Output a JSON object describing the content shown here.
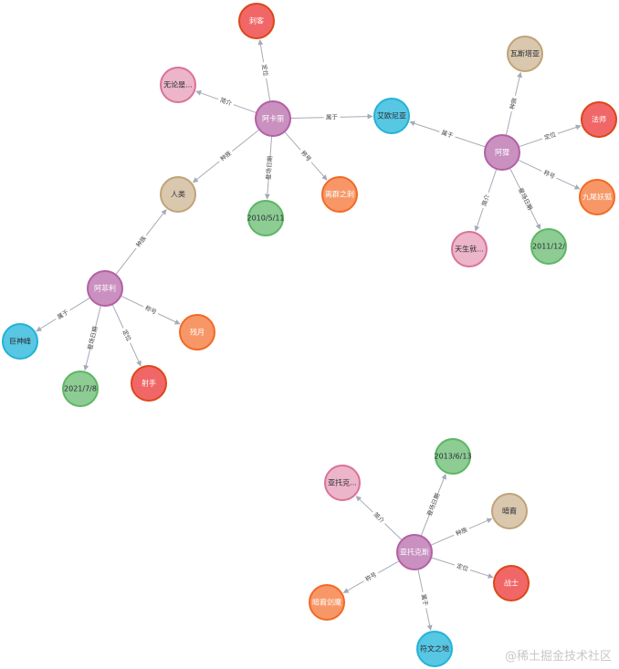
{
  "colors": {
    "role": {
      "fill": "#c990c0",
      "stroke": "#b261a5",
      "text": "#ffffff"
    },
    "nickname": {
      "fill": "#f16667",
      "stroke": "#dc4717",
      "text": "#ffffff"
    },
    "intro": {
      "fill": "#ecb5c9",
      "stroke": "#da7298",
      "text": "#2a2c34"
    },
    "species": {
      "fill": "#d9c8ae",
      "stroke": "#c0a378",
      "text": "#2a2c34"
    },
    "date": {
      "fill": "#8dcc93",
      "stroke": "#5db665",
      "text": "#2a2c34"
    },
    "title": {
      "fill": "#f79767",
      "stroke": "#f36924",
      "text": "#ffffff"
    },
    "region": {
      "fill": "#57c7e3",
      "stroke": "#23b3d7",
      "text": "#2a2c34"
    },
    "edge": "#a5abb6"
  },
  "nodes": [
    {
      "id": "akali",
      "label": "阿卡丽",
      "type": "role",
      "icon": "person-node-icon"
    },
    {
      "id": "akali_pos",
      "label": "刺客",
      "type": "nickname"
    },
    {
      "id": "akali_intro",
      "label": "无论是...",
      "type": "intro"
    },
    {
      "id": "akali_date",
      "label": "2010/5/11",
      "type": "date"
    },
    {
      "id": "akali_title",
      "label": "离群之刺",
      "type": "title"
    },
    {
      "id": "ionia",
      "label": "艾欧尼亚",
      "type": "region"
    },
    {
      "id": "human",
      "label": "人类",
      "type": "species"
    },
    {
      "id": "ahri",
      "label": "阿狸",
      "type": "role"
    },
    {
      "id": "vastaya",
      "label": "瓦斯塔亚",
      "type": "species"
    },
    {
      "id": "mage",
      "label": "法师",
      "type": "nickname"
    },
    {
      "id": "ahri_title",
      "label": "九尾妖狐",
      "type": "title"
    },
    {
      "id": "ahri_date",
      "label": "2011/12/",
      "type": "date"
    },
    {
      "id": "ahri_intro",
      "label": "天生就...",
      "type": "intro"
    },
    {
      "id": "aphelios",
      "label": "阿菲利",
      "type": "role"
    },
    {
      "id": "targon",
      "label": "巨神峰",
      "type": "region"
    },
    {
      "id": "aph_date",
      "label": "2021/7/8",
      "type": "date"
    },
    {
      "id": "marksman",
      "label": "射手",
      "type": "nickname"
    },
    {
      "id": "aph_title",
      "label": "残月",
      "type": "title"
    },
    {
      "id": "aatrox",
      "label": "亚托克斯",
      "type": "role"
    },
    {
      "id": "aat_intro",
      "label": "亚托克...",
      "type": "intro"
    },
    {
      "id": "aat_date",
      "label": "2013/6/13",
      "type": "date"
    },
    {
      "id": "darkin",
      "label": "暗裔",
      "type": "species"
    },
    {
      "id": "fighter",
      "label": "战士",
      "type": "nickname"
    },
    {
      "id": "aat_title",
      "label": "暗裔剑魔",
      "type": "title"
    },
    {
      "id": "runeterra",
      "label": "符文之地",
      "type": "region"
    }
  ],
  "edges": [
    {
      "source": "akali",
      "target": "akali_pos",
      "label": "定位"
    },
    {
      "source": "akali",
      "target": "akali_intro",
      "label": "简介"
    },
    {
      "source": "akali",
      "target": "ionia",
      "label": "属于"
    },
    {
      "source": "akali",
      "target": "human",
      "label": "种族"
    },
    {
      "source": "akali",
      "target": "akali_date",
      "label": "登场日期"
    },
    {
      "source": "akali",
      "target": "akali_title",
      "label": "称号"
    },
    {
      "source": "ahri",
      "target": "ionia",
      "label": "属于"
    },
    {
      "source": "ahri",
      "target": "vastaya",
      "label": "种族"
    },
    {
      "source": "ahri",
      "target": "mage",
      "label": "定位"
    },
    {
      "source": "ahri",
      "target": "ahri_title",
      "label": "称号"
    },
    {
      "source": "ahri",
      "target": "ahri_date",
      "label": "登场日期"
    },
    {
      "source": "ahri",
      "target": "ahri_intro",
      "label": "简介"
    },
    {
      "source": "aphelios",
      "target": "human",
      "label": "种族"
    },
    {
      "source": "aphelios",
      "target": "targon",
      "label": "属于"
    },
    {
      "source": "aphelios",
      "target": "aph_date",
      "label": "登场日期"
    },
    {
      "source": "aphelios",
      "target": "marksman",
      "label": "定位"
    },
    {
      "source": "aphelios",
      "target": "aph_title",
      "label": "称号"
    },
    {
      "source": "aatrox",
      "target": "aat_intro",
      "label": "简介"
    },
    {
      "source": "aatrox",
      "target": "aat_date",
      "label": "登场日期"
    },
    {
      "source": "aatrox",
      "target": "darkin",
      "label": "种族"
    },
    {
      "source": "aatrox",
      "target": "fighter",
      "label": "定位"
    },
    {
      "source": "aatrox",
      "target": "aat_title",
      "label": "称号"
    },
    {
      "source": "aatrox",
      "target": "runeterra",
      "label": "属于"
    }
  ],
  "watermark": "@稀土掘金技术社区"
}
